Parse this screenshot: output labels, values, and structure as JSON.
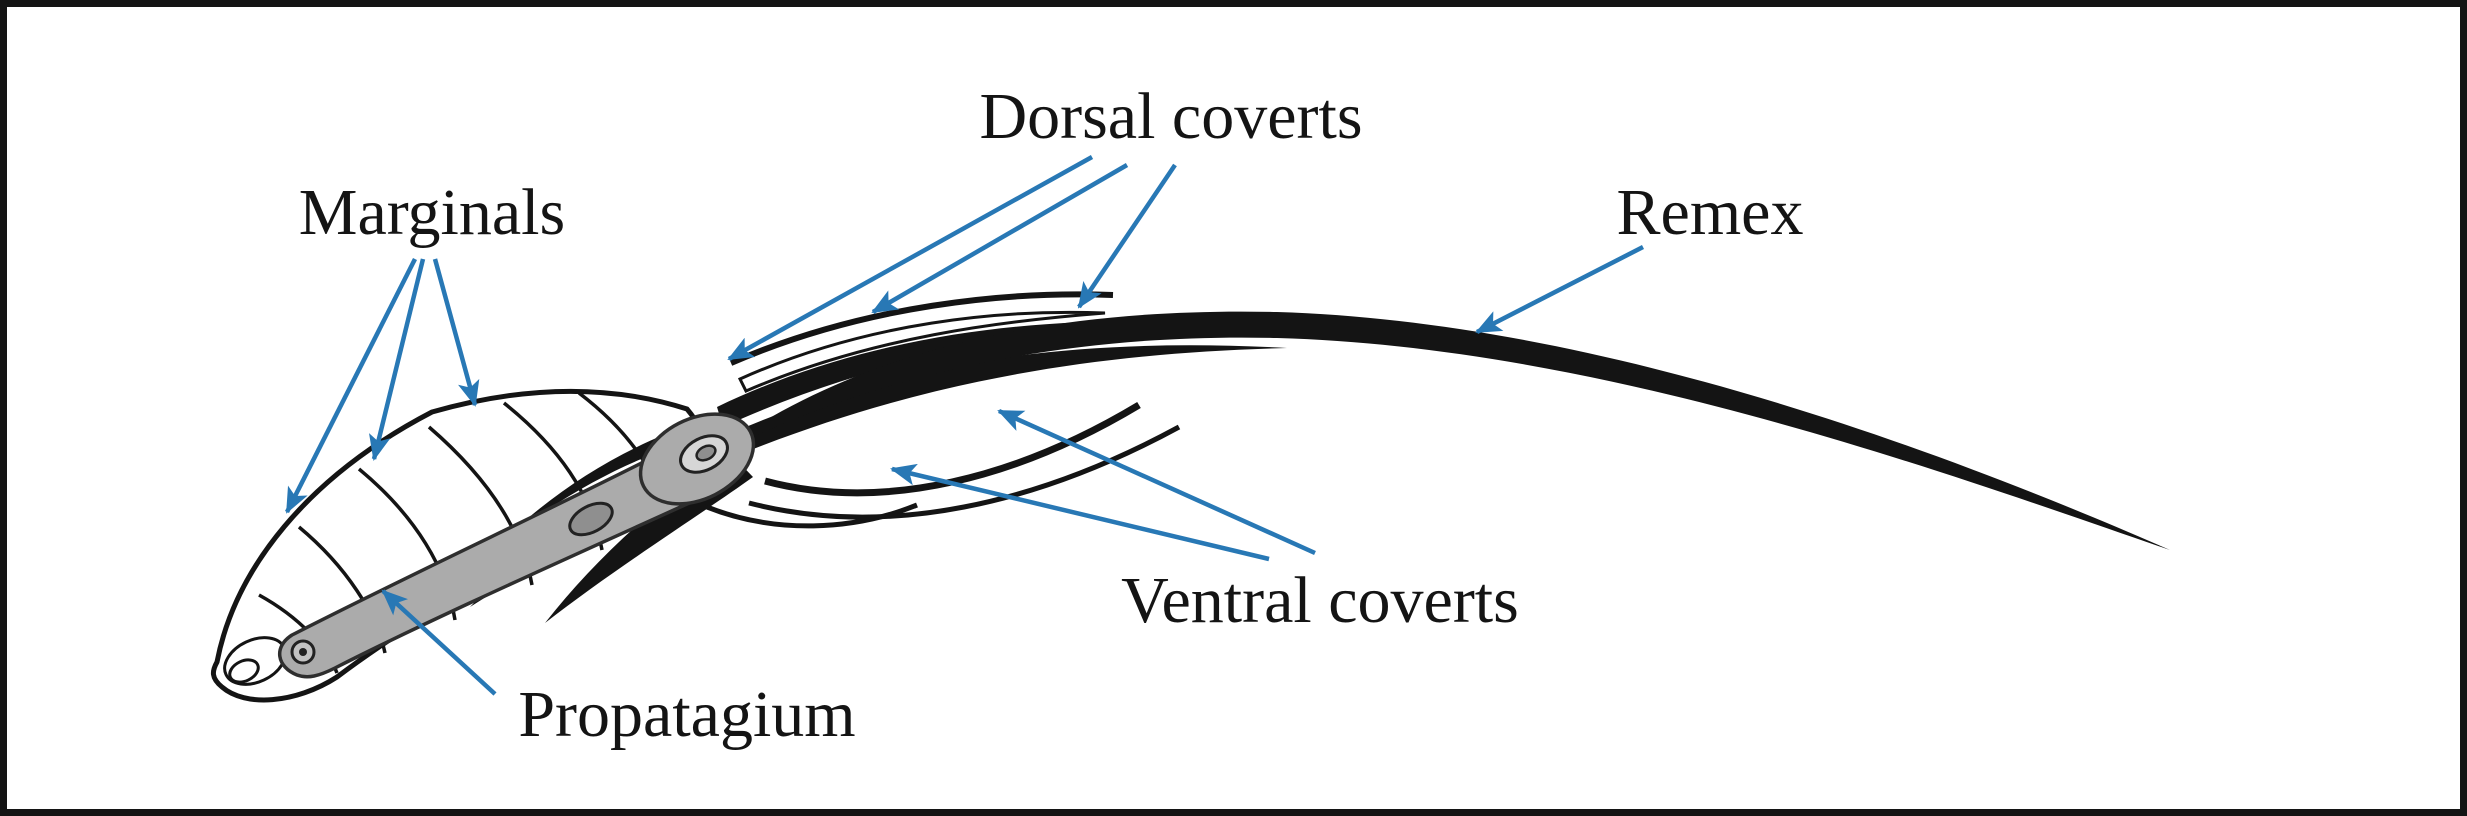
{
  "figure": {
    "colors": {
      "background": "#ffffff",
      "ink": "#141414",
      "arrow": "#2878b5",
      "patagium": "#ababab"
    },
    "labels": {
      "dorsal_coverts": "Dorsal coverts",
      "marginals": "Marginals",
      "remex": "Remex",
      "ventral_coverts": "Ventral coverts",
      "propatagium": "Propatagium"
    }
  }
}
